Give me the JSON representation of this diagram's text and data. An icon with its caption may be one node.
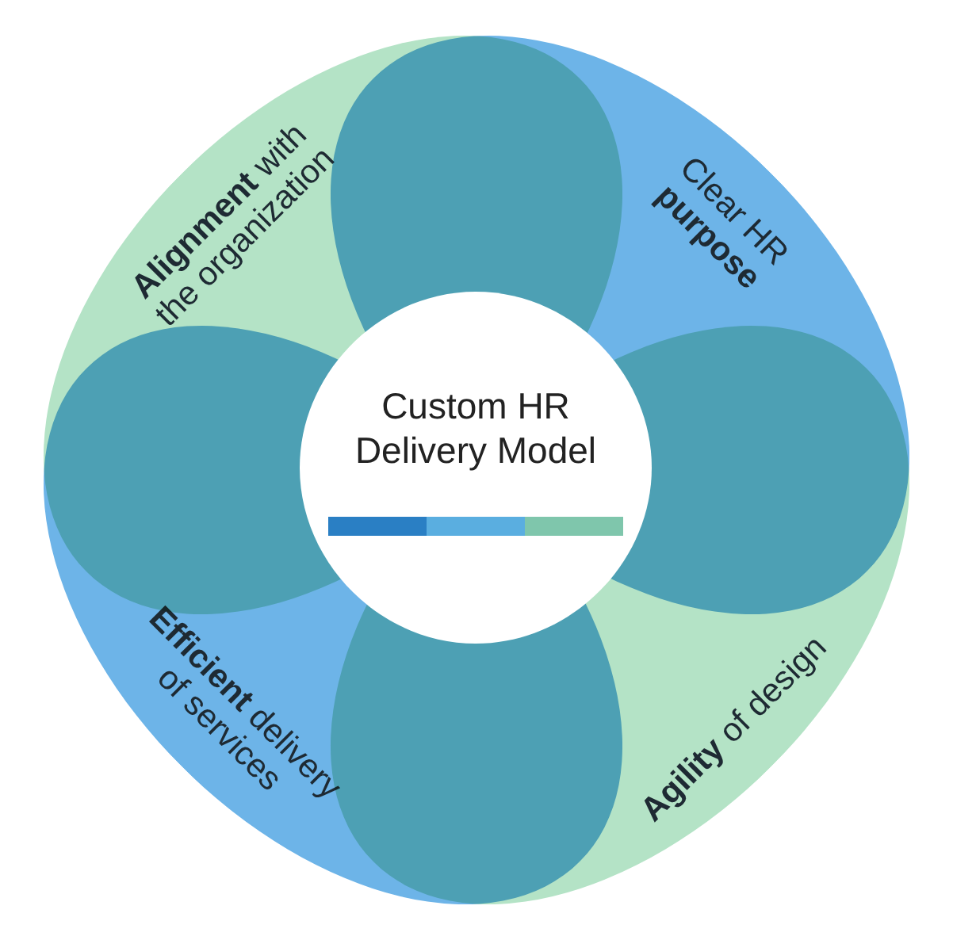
{
  "diagram": {
    "nodes": [
      {
        "text": [
          "**Alignment** with the organization"
        ]
      },
      {
        "text": [
          "Clear HR **purpose**"
        ]
      },
      {
        "text": [
          "Custom HR Delivery Model"
        ]
      },
      {
        "text": [
          "**Efficient** delivery of services"
        ]
      },
      {
        "text": [
          "**Agility** of design"
        ]
      }
    ]
  }
}
